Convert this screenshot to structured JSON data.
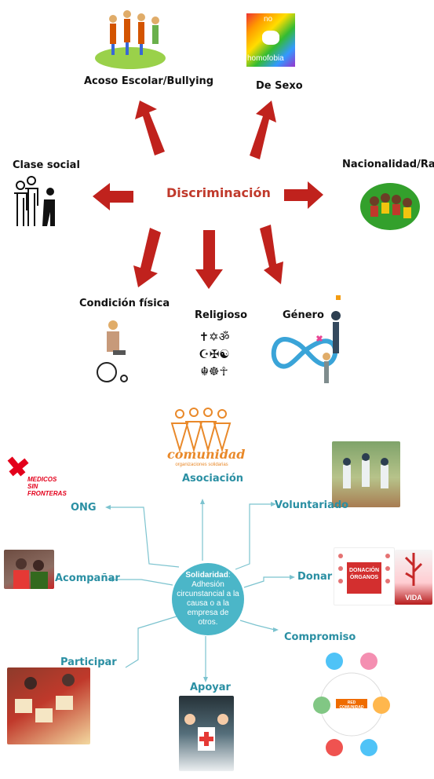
{
  "top": {
    "center": "Discriminación",
    "nodes": {
      "acoso": "Acoso Escolar/Bullying",
      "sexo": "De Sexo",
      "clase": "Clase social",
      "nacional": "Nacionalidad/Racial",
      "condicion": "Condición física",
      "religioso": "Religioso",
      "genero": "Género"
    },
    "homofobia_badge": {
      "word1": "no",
      "word2": "homofobia"
    }
  },
  "bottom": {
    "hub_title": "Solidaridad",
    "hub_text": "Adhesión circunstancial a la causa o a la empresa de otros.",
    "logo": {
      "main": "comunidad",
      "sub": "organizaciones solidarias"
    },
    "msf": {
      "line1": "MEDICOS",
      "line2": "SIN FRONTERAS"
    },
    "donar_poster": {
      "line1": "DONACIÓN",
      "line2": "ÓRGANOS",
      "line3": "VIDA"
    },
    "compromiso_center": "RED COMUNIDAD",
    "nodes": {
      "asociacion": "Asociación",
      "ong": "ONG",
      "voluntariado": "Voluntariado",
      "acompanar": "Acompañar",
      "donar": "Donar",
      "participar": "Participar",
      "compromiso": "Compromiso",
      "apoyar": "Apoyar"
    }
  },
  "colors": {
    "arrow": "#c0221d",
    "teal": "#2a8fa3",
    "hub": "#4bb6c8",
    "logo": "#e9892a"
  }
}
